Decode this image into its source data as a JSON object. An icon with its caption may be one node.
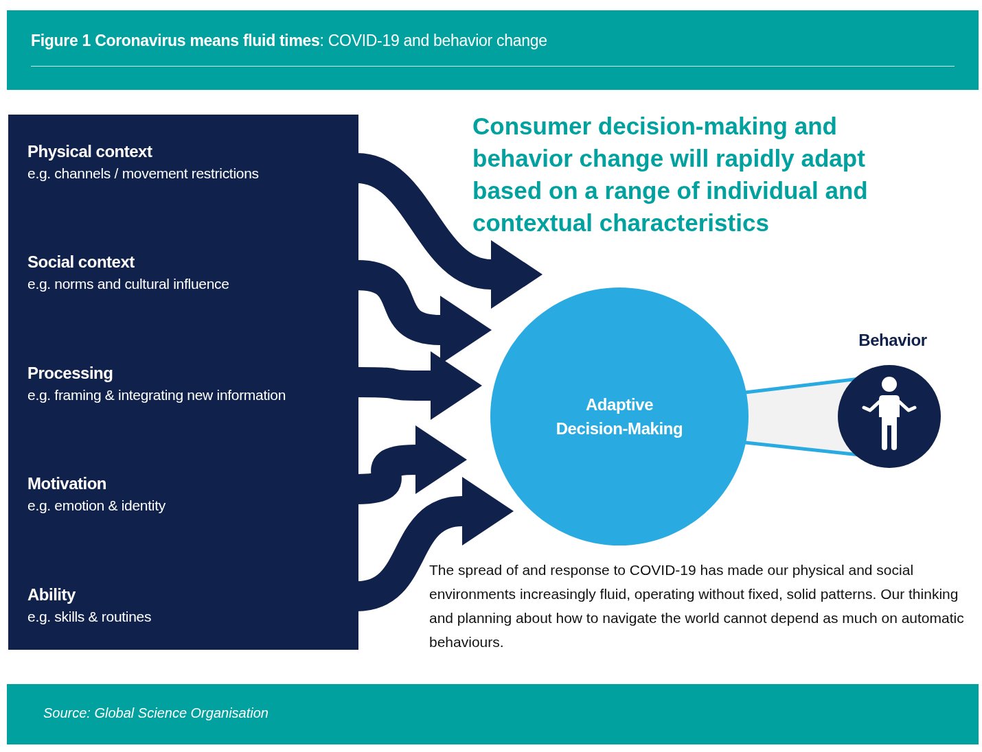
{
  "diagram": {
    "title": "**Figure 1 Coronavirus means fluid times**: COVID-19 and behavior change",
    "caption": "Source: Global Science Organisation",
    "nodes": [
      {
        "text": [
          "Physical context",
          "e.g. channels / movement restrictions"
        ]
      },
      {
        "text": [
          "Social context",
          "e.g. norms and cultural influence"
        ]
      },
      {
        "text": [
          "Processing",
          "e.g. framing & integrating new information"
        ]
      },
      {
        "text": [
          "Motivation",
          "e.g. emotion & identity"
        ]
      },
      {
        "text": [
          "Ability",
          "e.g. skills & routines"
        ]
      },
      {
        "text": [
          "Adaptive Decision-Making"
        ]
      },
      {
        "text": [
          "Behavior"
        ]
      }
    ],
    "edges": [
      {
        "from": 0,
        "to": 5,
        "arrow": "to"
      },
      {
        "from": 1,
        "to": 5,
        "arrow": "to"
      },
      {
        "from": 2,
        "to": 5,
        "arrow": "to"
      },
      {
        "from": 3,
        "to": 5,
        "arrow": "to"
      },
      {
        "from": 4,
        "to": 5,
        "arrow": "to"
      },
      {
        "from": 5,
        "to": 6,
        "arrow": "none",
        "color": "#29abe2"
      }
    ],
    "labels": [
      "Consumer decision-making and behavior change will rapidly adapt based on a range of individual and contextual characteristics",
      "The spread of and response to COVID-19 has made our physical and social environments increasingly fluid, operating without fixed, solid patterns. Our thinking and planning about how to navigate the world cannot depend as much on automatic behaviours."
    ]
  }
}
